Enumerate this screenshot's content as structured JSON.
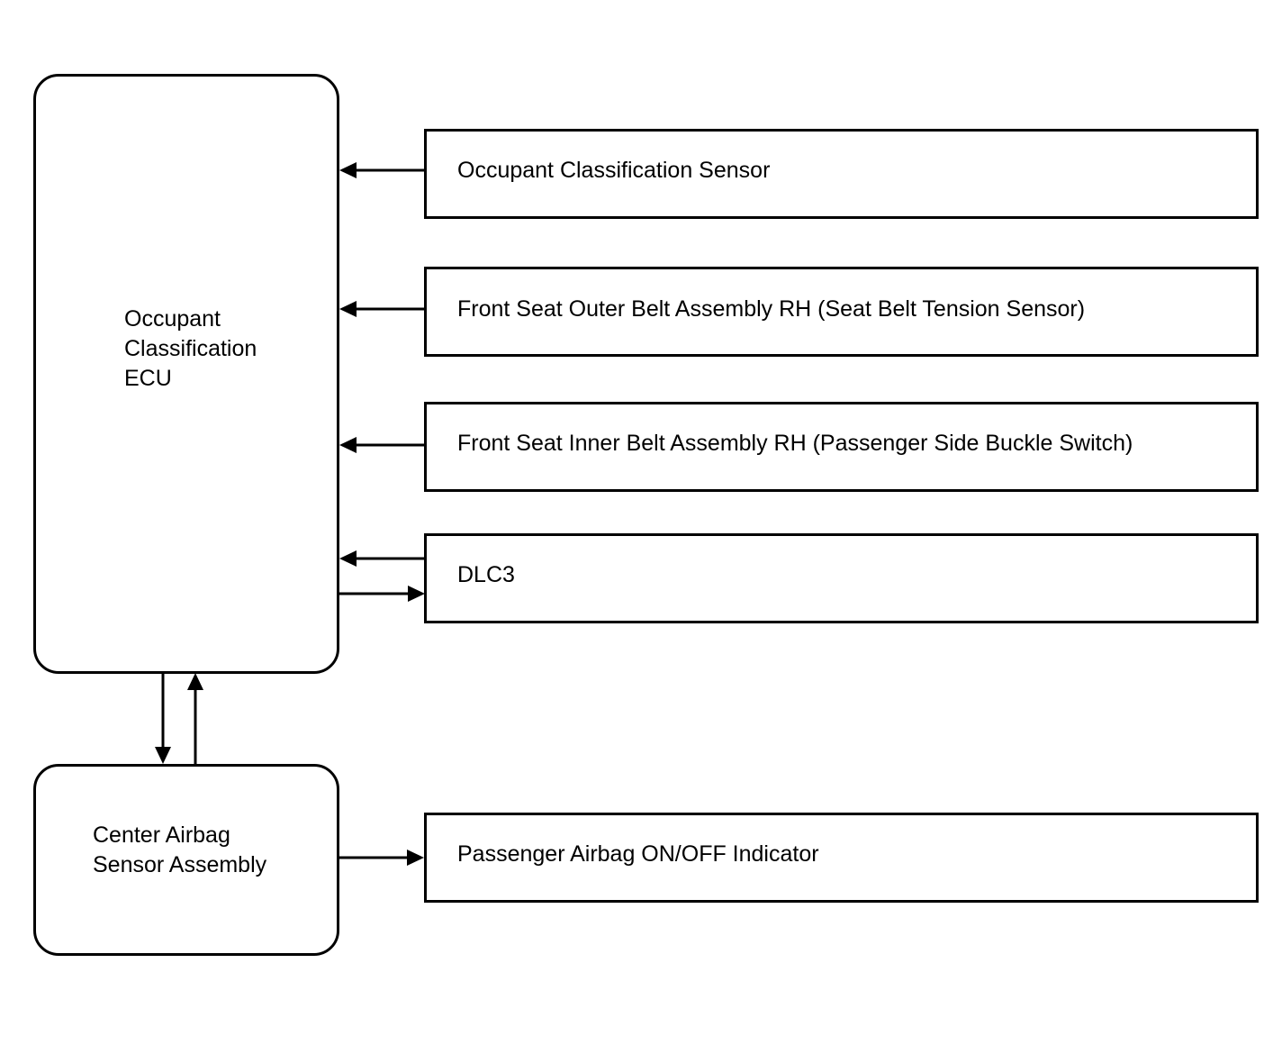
{
  "diagram": {
    "ecu": {
      "label": "Occupant\nClassification\nECU"
    },
    "airbag_sensor": {
      "label": "Center Airbag\nSensor Assembly"
    },
    "components": {
      "occupant_sensor": "Occupant Classification Sensor",
      "outer_belt": "Front Seat Outer Belt Assembly RH (Seat Belt Tension Sensor)",
      "inner_belt": "Front Seat Inner Belt Assembly RH (Passenger Side Buckle Switch)",
      "dlc3": "DLC3",
      "indicator": "Passenger Airbag ON/OFF Indicator"
    }
  }
}
